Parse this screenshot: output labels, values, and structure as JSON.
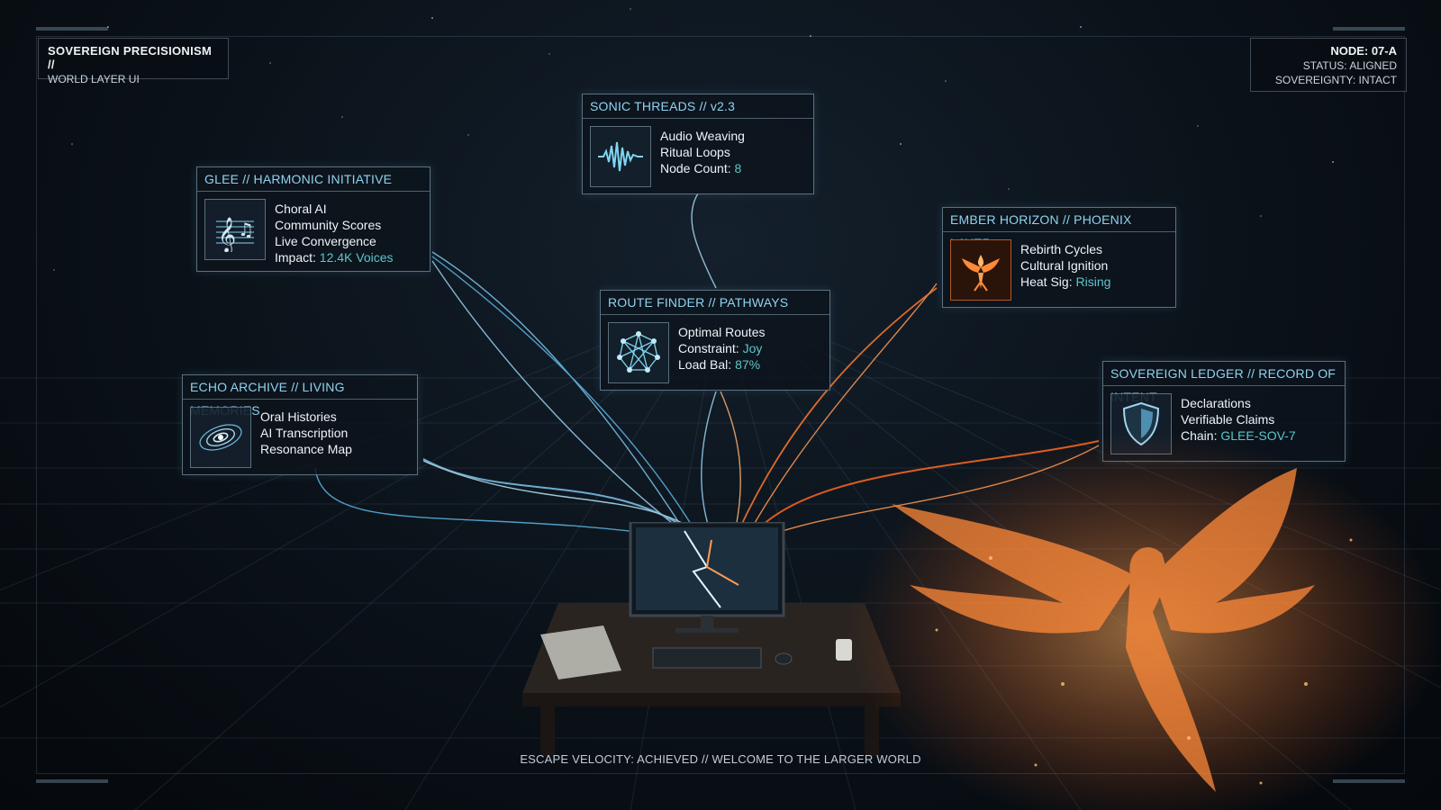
{
  "header": {
    "title_line1": "SOVEREIGN PRECISIONISM //",
    "title_line2": "WORLD LAYER UI"
  },
  "status": {
    "node": "NODE: 07-A",
    "status": "STATUS: ALIGNED",
    "sovereignty": "SOVEREIGNTY: INTACT"
  },
  "panels": {
    "sonic": {
      "title": "SONIC THREADS // v2.3",
      "icon": "waveform-icon",
      "line1": "Audio Weaving",
      "line2": "Ritual Loops",
      "line3_label": "Node Count: ",
      "line3_value": "8"
    },
    "glee": {
      "title": "GLEE // HARMONIC INITIATIVE",
      "icon": "music-notes-icon",
      "line1": "Choral AI",
      "line2": "Community Scores",
      "line3": "Live Convergence",
      "line4_label": "Impact: ",
      "line4_value": "12.4K Voices"
    },
    "ember": {
      "title": "EMBER HORIZON // PHOENIX LAYER",
      "icon": "phoenix-icon",
      "line1": "Rebirth Cycles",
      "line2": "Cultural Ignition",
      "line3_label": "Heat Sig: ",
      "line3_value": "Rising"
    },
    "route": {
      "title": "ROUTE FINDER // PATHWAYS",
      "icon": "network-icon",
      "line1": "Optimal Routes",
      "line2_label": "Constraint: ",
      "line2_value": "Joy",
      "line3_label": "Load Bal: ",
      "line3_value": "87%"
    },
    "echo": {
      "title": "ECHO ARCHIVE // LIVING MEMORIES",
      "icon": "spiral-galaxy-icon",
      "line1": "Oral Histories",
      "line2": "AI Transcription",
      "line3": "Resonance Map"
    },
    "ledger": {
      "title": "SOVEREIGN LEDGER // RECORD OF INTENT",
      "icon": "shield-icon",
      "line1": "Declarations",
      "line2": "Verifiable Claims",
      "line3_label": "Chain: ",
      "line3_value": "GLEE-SOV-7"
    }
  },
  "footer": {
    "text": "ESCAPE VELOCITY: ACHIEVED // WELCOME TO THE LARGER WORLD"
  },
  "colors": {
    "accent": "#8fd3ef",
    "highlight": "#5cc6c9",
    "fire": "#ff7a2e"
  }
}
